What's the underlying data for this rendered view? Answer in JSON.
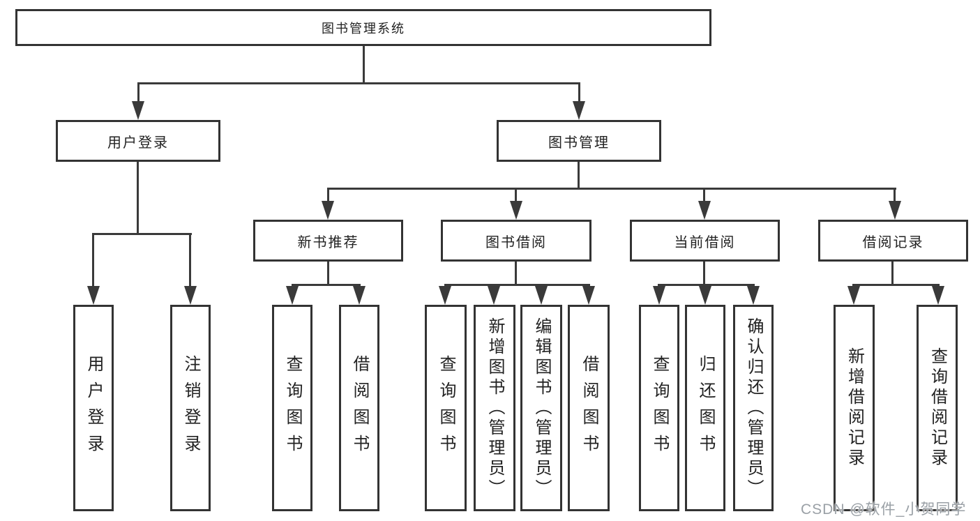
{
  "colors": {
    "background": "#ffffff",
    "line": "#3a3a3a",
    "border": "#333333",
    "text": "#222222",
    "watermark_text": "#9aa0a6"
  },
  "watermark": "CSDN @软件_小贺同学",
  "tree": {
    "label": "图书管理系统",
    "children": [
      {
        "label": "用户登录",
        "children": [
          {
            "label": "用户登录"
          },
          {
            "label": "注销登录"
          }
        ]
      },
      {
        "label": "图书管理",
        "children": [
          {
            "label": "新书推荐",
            "children": [
              {
                "label": "查询图书"
              },
              {
                "label": "借阅图书"
              }
            ]
          },
          {
            "label": "图书借阅",
            "children": [
              {
                "label": "查询图书"
              },
              {
                "label": "新增图书（管理员）"
              },
              {
                "label": "编辑图书（管理员）"
              },
              {
                "label": "借阅图书"
              }
            ]
          },
          {
            "label": "当前借阅",
            "children": [
              {
                "label": "查询图书"
              },
              {
                "label": "归还图书"
              },
              {
                "label": "确认归还（管理员）"
              }
            ]
          },
          {
            "label": "借阅记录",
            "children": [
              {
                "label": "新增借阅记录"
              },
              {
                "label": "查询借阅记录"
              }
            ]
          }
        ]
      }
    ]
  }
}
